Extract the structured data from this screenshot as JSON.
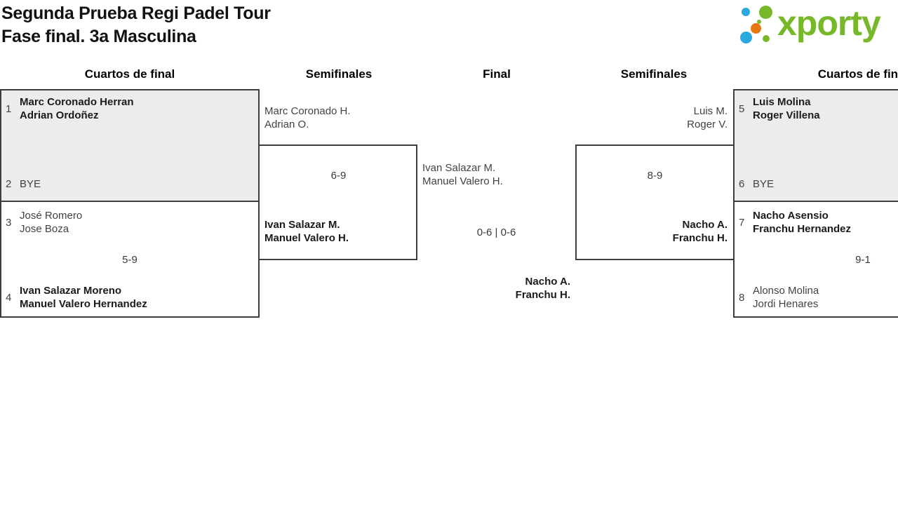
{
  "title": {
    "line1": "Segunda Prueba Regi Padel Tour",
    "line2": "Fase final. 3a Masculina"
  },
  "logo": {
    "brand": "xporty",
    "colors": {
      "green": "#76b82a",
      "blue": "#29a9e0",
      "orange": "#e87611"
    }
  },
  "round_headers": {
    "qf_left": "Cuartos de final",
    "sf_left": "Semifinales",
    "final": "Final",
    "sf_right": "Semifinales",
    "qf_right": "Cuartos de final"
  },
  "colors": {
    "box_fill": "#ececec",
    "line": "#3d3d3d",
    "winner_text": "#1b1b1b",
    "loser_text": "#424242"
  },
  "matches": {
    "qf1": {
      "seed_a": "1",
      "a1": "Marc Coronado Herran",
      "a2": "Adrian Ordoñez",
      "seed_b": "2",
      "bye": "BYE"
    },
    "qf2": {
      "seed_a": "3",
      "a1": "José Romero",
      "a2": "Jose Boza",
      "score": "5-9",
      "seed_b": "4",
      "b1": "Ivan Salazar Moreno",
      "b2": "Manuel Valero Hernandez"
    },
    "sf1": {
      "a1": "Marc Coronado H.",
      "a2": "Adrian O.",
      "score": "6-9",
      "b1": "Ivan Salazar M.",
      "b2": "Manuel Valero H."
    },
    "final": {
      "a1": "Ivan Salazar M.",
      "a2": "Manuel Valero H.",
      "score": "0-6 | 0-6",
      "b1": "Nacho A.",
      "b2": "Franchu H."
    },
    "sf2": {
      "a1": "Luis M.",
      "a2": "Roger V.",
      "score": "8-9",
      "b1": "Nacho A.",
      "b2": "Franchu H."
    },
    "qf3": {
      "seed_a": "5",
      "a1": "Luis Molina",
      "a2": "Roger Villena",
      "seed_b": "6",
      "bye": "BYE"
    },
    "qf4": {
      "seed_a": "7",
      "a1": "Nacho Asensio",
      "a2": "Franchu Hernandez",
      "score": "9-1",
      "seed_b": "8",
      "b1": "Alonso Molina",
      "b2": "Jordi Henares"
    }
  }
}
